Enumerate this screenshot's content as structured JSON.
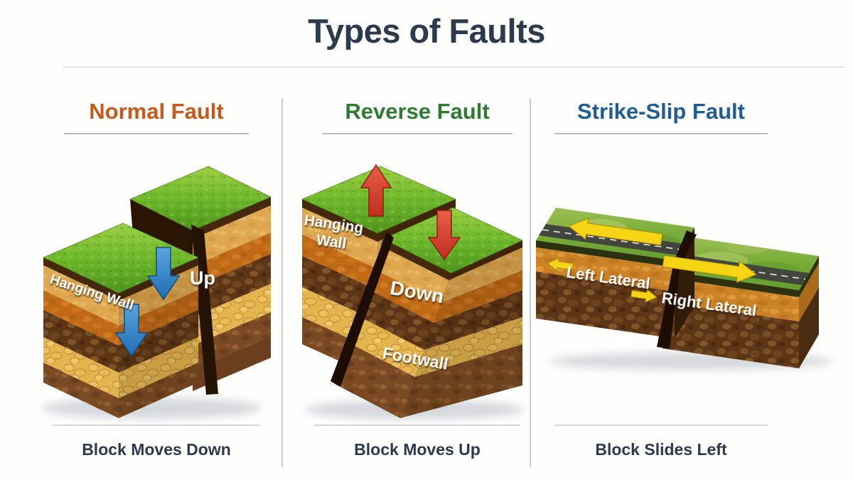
{
  "title": "Types of Faults",
  "colors": {
    "title_text": "#2b3b4d",
    "normal_heading": "#c8591b",
    "reverse_heading": "#2e7c33",
    "strike_heading": "#1e5e94",
    "blue_arrow": "#2e80c6",
    "red_arrow": "#d6402c",
    "yellow_arrow": "#f5d414"
  },
  "panels": [
    {
      "id": "normal",
      "heading": "Normal Fault",
      "caption": "Block Moves Down",
      "labels": {
        "hanging_wall": "Hanging Wall",
        "up": "Up"
      }
    },
    {
      "id": "reverse",
      "heading": "Reverse Fault",
      "caption": "Block Moves Up",
      "labels": {
        "hanging_line1": "Hanging",
        "hanging_line2": "Wall",
        "down": "Down",
        "footwall": "Footwall"
      }
    },
    {
      "id": "strike",
      "heading": "Strike-Slip Fault",
      "caption": "Block Slides Left",
      "labels": {
        "left_lateral": "Left Lateral",
        "right_lateral": "Right Lateral"
      }
    }
  ]
}
